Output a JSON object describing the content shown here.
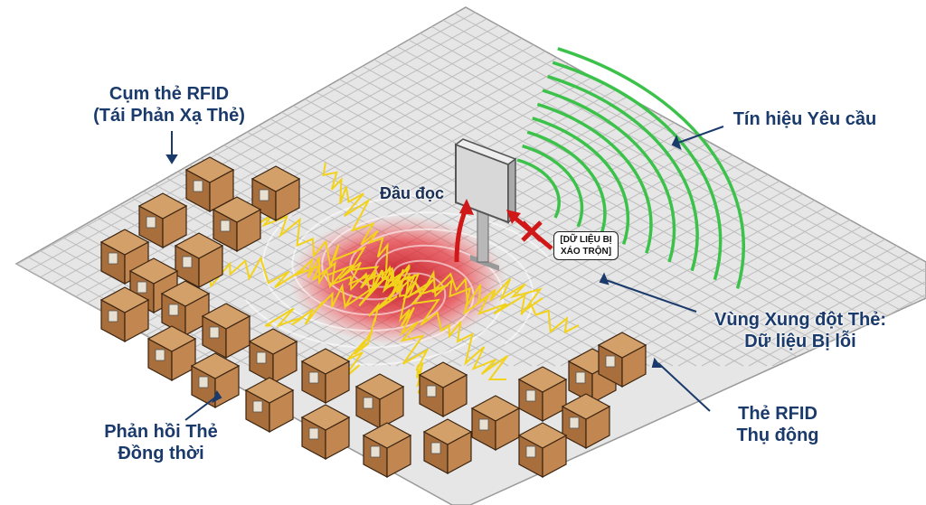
{
  "labels": {
    "cluster_line1": "Cụm thẻ RFID",
    "cluster_line2": "(Tái Phản Xạ Thẻ)",
    "request_signal": "Tín hiệu Yêu cầu",
    "reader": "Đầu đọc",
    "garbled_line1": "[DỮ LIỆU BỊ",
    "garbled_line2": "XÁO TRỘN]",
    "conflict_line1": "Vùng Xung đột Thẻ:",
    "conflict_line2": "Dữ liệu Bị lỗi",
    "passive_line1": "Thẻ RFID",
    "passive_line2": "Thụ động",
    "simul_line1": "Phản hồi Thẻ",
    "simul_line2": "Đồng thời"
  },
  "colors": {
    "floor": "#e6e6e6",
    "grid": "#b8b8b8",
    "box_top": "#d4a06a",
    "box_left": "#a86e3c",
    "box_right": "#c28650",
    "signal_green": "#3cc24a",
    "collision_red": "#e0202a",
    "response_yellow": "#f2d21a",
    "label_blue": "#1a3a6b"
  }
}
